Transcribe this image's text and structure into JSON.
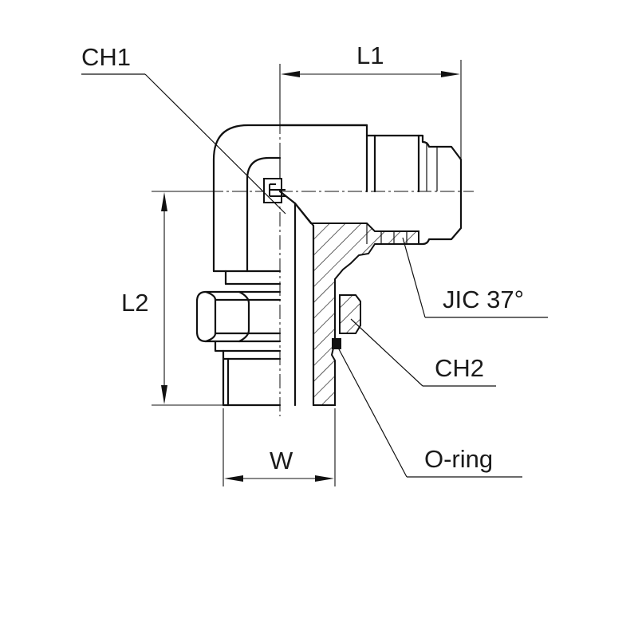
{
  "labels": {
    "ch1": "CH1",
    "l1": "L1",
    "l2": "L2",
    "jic": "JIC 37°",
    "ch2": "CH2",
    "w": "W",
    "oring": "O-ring"
  }
}
